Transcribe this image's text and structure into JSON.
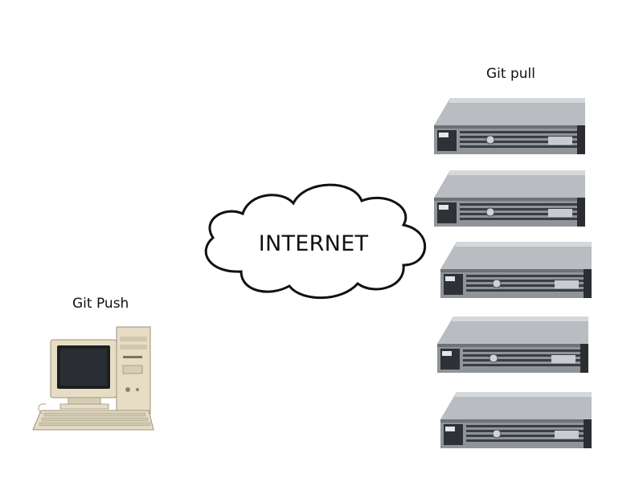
{
  "labels": {
    "git_pull": "Git pull",
    "git_push": "Git Push",
    "internet": "INTERNET"
  },
  "icons": {
    "cloud": "cloud-icon",
    "server": "rack-server-icon",
    "client": "desktop-computer-icon"
  },
  "servers": [
    {
      "name": "server-1"
    },
    {
      "name": "server-2"
    },
    {
      "name": "server-3"
    },
    {
      "name": "server-4"
    },
    {
      "name": "server-5"
    }
  ],
  "colors": {
    "server_body": "#9aa0a6",
    "server_face": "#3a3d41",
    "pc_beige": "#e6ddc4",
    "cloud_stroke": "#111111"
  }
}
